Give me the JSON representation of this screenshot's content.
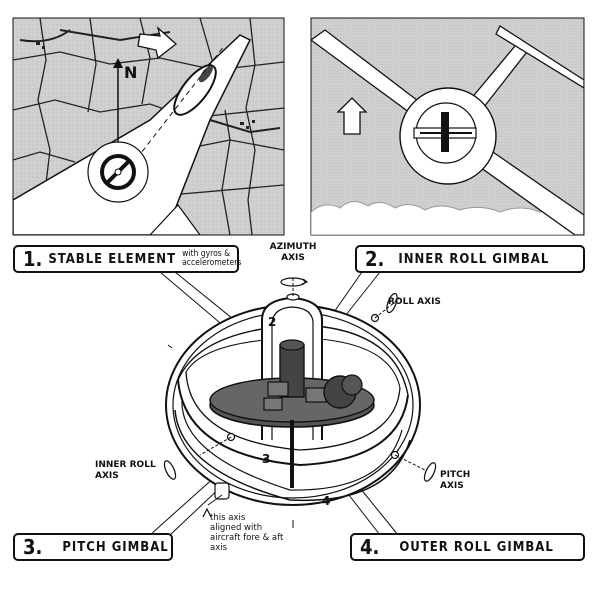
{
  "panels": {
    "north_mark": "N"
  },
  "labels": [
    {
      "num": "1.",
      "title": "STABLE ELEMENT",
      "sub": "with gyros &\naccelerometers"
    },
    {
      "num": "2.",
      "title": "INNER ROLL GIMBAL",
      "sub": ""
    },
    {
      "num": "3.",
      "title": "PITCH GIMBAL",
      "sub": ""
    },
    {
      "num": "4.",
      "title": "OUTER ROLL GIMBAL",
      "sub": ""
    }
  ],
  "axes": {
    "azimuth": "AZIMUTH\nAXIS",
    "roll": "ROLL AXIS",
    "inner_roll": "INNER ROLL\nAXIS",
    "pitch": "PITCH\nAXIS",
    "note": "this axis\naligned with\naircraft fore & aft\naxis"
  },
  "gimbal_numbers": [
    "2",
    "3",
    "4"
  ],
  "colors": {
    "ink": "#111111",
    "map_fill": "#d2d2d2",
    "dark_fill": "#555555",
    "paper": "#ffffff"
  }
}
